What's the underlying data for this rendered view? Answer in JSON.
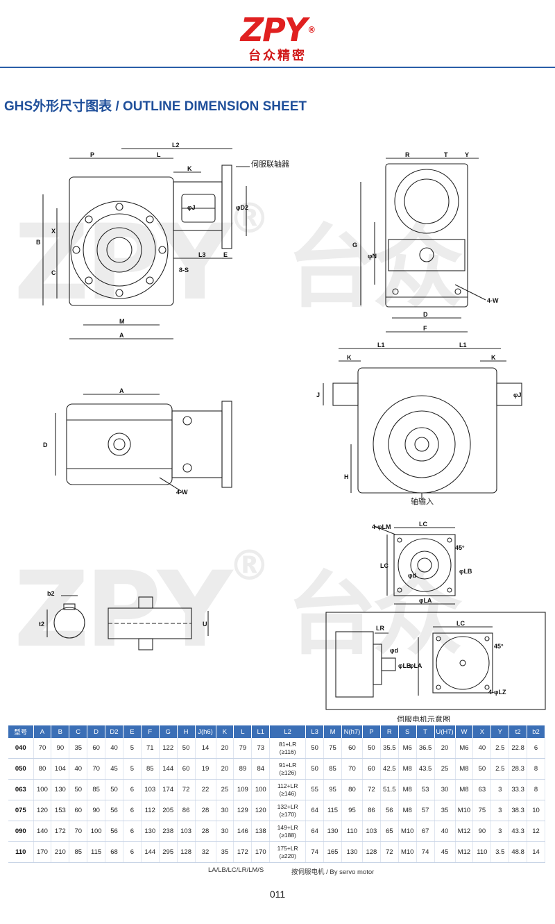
{
  "header": {
    "logo_text": "ZPY",
    "logo_reg": "®",
    "logo_cn": "台众精密"
  },
  "title": "GHS外形尺寸图表 / OUTLINE DIMENSION SHEET",
  "watermark": {
    "text": "ZPY",
    "reg": "®",
    "cn": "台众"
  },
  "drawing_labels": {
    "servo_coupling": "伺服联轴器",
    "shaft_input": "轴输入",
    "servo_motor_schematic": "伺服电机示意图",
    "dims": [
      "P",
      "L2",
      "L",
      "K",
      "φD2",
      "φJ",
      "L3",
      "E",
      "8-S",
      "B",
      "X",
      "C",
      "M",
      "A",
      "R",
      "T",
      "Y",
      "G",
      "φN",
      "4-W",
      "D",
      "F",
      "L1",
      "J",
      "H",
      "b2",
      "t2",
      "U",
      "4-φLM",
      "LC",
      "45°",
      "φLB",
      "φd",
      "φLA",
      "LR",
      "4-φLZ"
    ]
  },
  "table": {
    "headers": [
      "型号",
      "A",
      "B",
      "C",
      "D",
      "D2",
      "E",
      "F",
      "G",
      "H",
      "J(h6)",
      "K",
      "L",
      "L1",
      "L2",
      "L3",
      "M",
      "N(h7)",
      "P",
      "R",
      "S",
      "T",
      "U(H7)",
      "W",
      "X",
      "Y",
      "t2",
      "b2"
    ],
    "rows": [
      [
        "040",
        "70",
        "90",
        "35",
        "60",
        "40",
        "5",
        "71",
        "122",
        "50",
        "14",
        "20",
        "79",
        "73",
        "81+LR (≥116)",
        "50",
        "75",
        "60",
        "50",
        "35.5",
        "M6",
        "36.5",
        "20",
        "M6",
        "40",
        "2.5",
        "22.8",
        "6"
      ],
      [
        "050",
        "80",
        "104",
        "40",
        "70",
        "45",
        "5",
        "85",
        "144",
        "60",
        "19",
        "20",
        "89",
        "84",
        "91+LR (≥126)",
        "50",
        "85",
        "70",
        "60",
        "42.5",
        "M8",
        "43.5",
        "25",
        "M8",
        "50",
        "2.5",
        "28.3",
        "8"
      ],
      [
        "063",
        "100",
        "130",
        "50",
        "85",
        "50",
        "6",
        "103",
        "174",
        "72",
        "22",
        "25",
        "109",
        "100",
        "112+LR (≥146)",
        "55",
        "95",
        "80",
        "72",
        "51.5",
        "M8",
        "53",
        "30",
        "M8",
        "63",
        "3",
        "33.3",
        "8"
      ],
      [
        "075",
        "120",
        "153",
        "60",
        "90",
        "56",
        "6",
        "112",
        "205",
        "86",
        "28",
        "30",
        "129",
        "120",
        "132+LR (≥170)",
        "64",
        "115",
        "95",
        "86",
        "56",
        "M8",
        "57",
        "35",
        "M10",
        "75",
        "3",
        "38.3",
        "10"
      ],
      [
        "090",
        "140",
        "172",
        "70",
        "100",
        "56",
        "6",
        "130",
        "238",
        "103",
        "28",
        "30",
        "146",
        "138",
        "149+LR (≥188)",
        "64",
        "130",
        "110",
        "103",
        "65",
        "M10",
        "67",
        "40",
        "M12",
        "90",
        "3",
        "43.3",
        "12"
      ],
      [
        "110",
        "170",
        "210",
        "85",
        "115",
        "68",
        "6",
        "144",
        "295",
        "128",
        "32",
        "35",
        "172",
        "170",
        "175+LR (≥220)",
        "74",
        "165",
        "130",
        "128",
        "72",
        "M10",
        "74",
        "45",
        "M12",
        "110",
        "3.5",
        "48.8",
        "14"
      ]
    ],
    "footnote_left": "LA/LB/LC/LR/LM/S",
    "footnote_right": "按伺服电机 / By servo motor"
  },
  "page_number": "011"
}
